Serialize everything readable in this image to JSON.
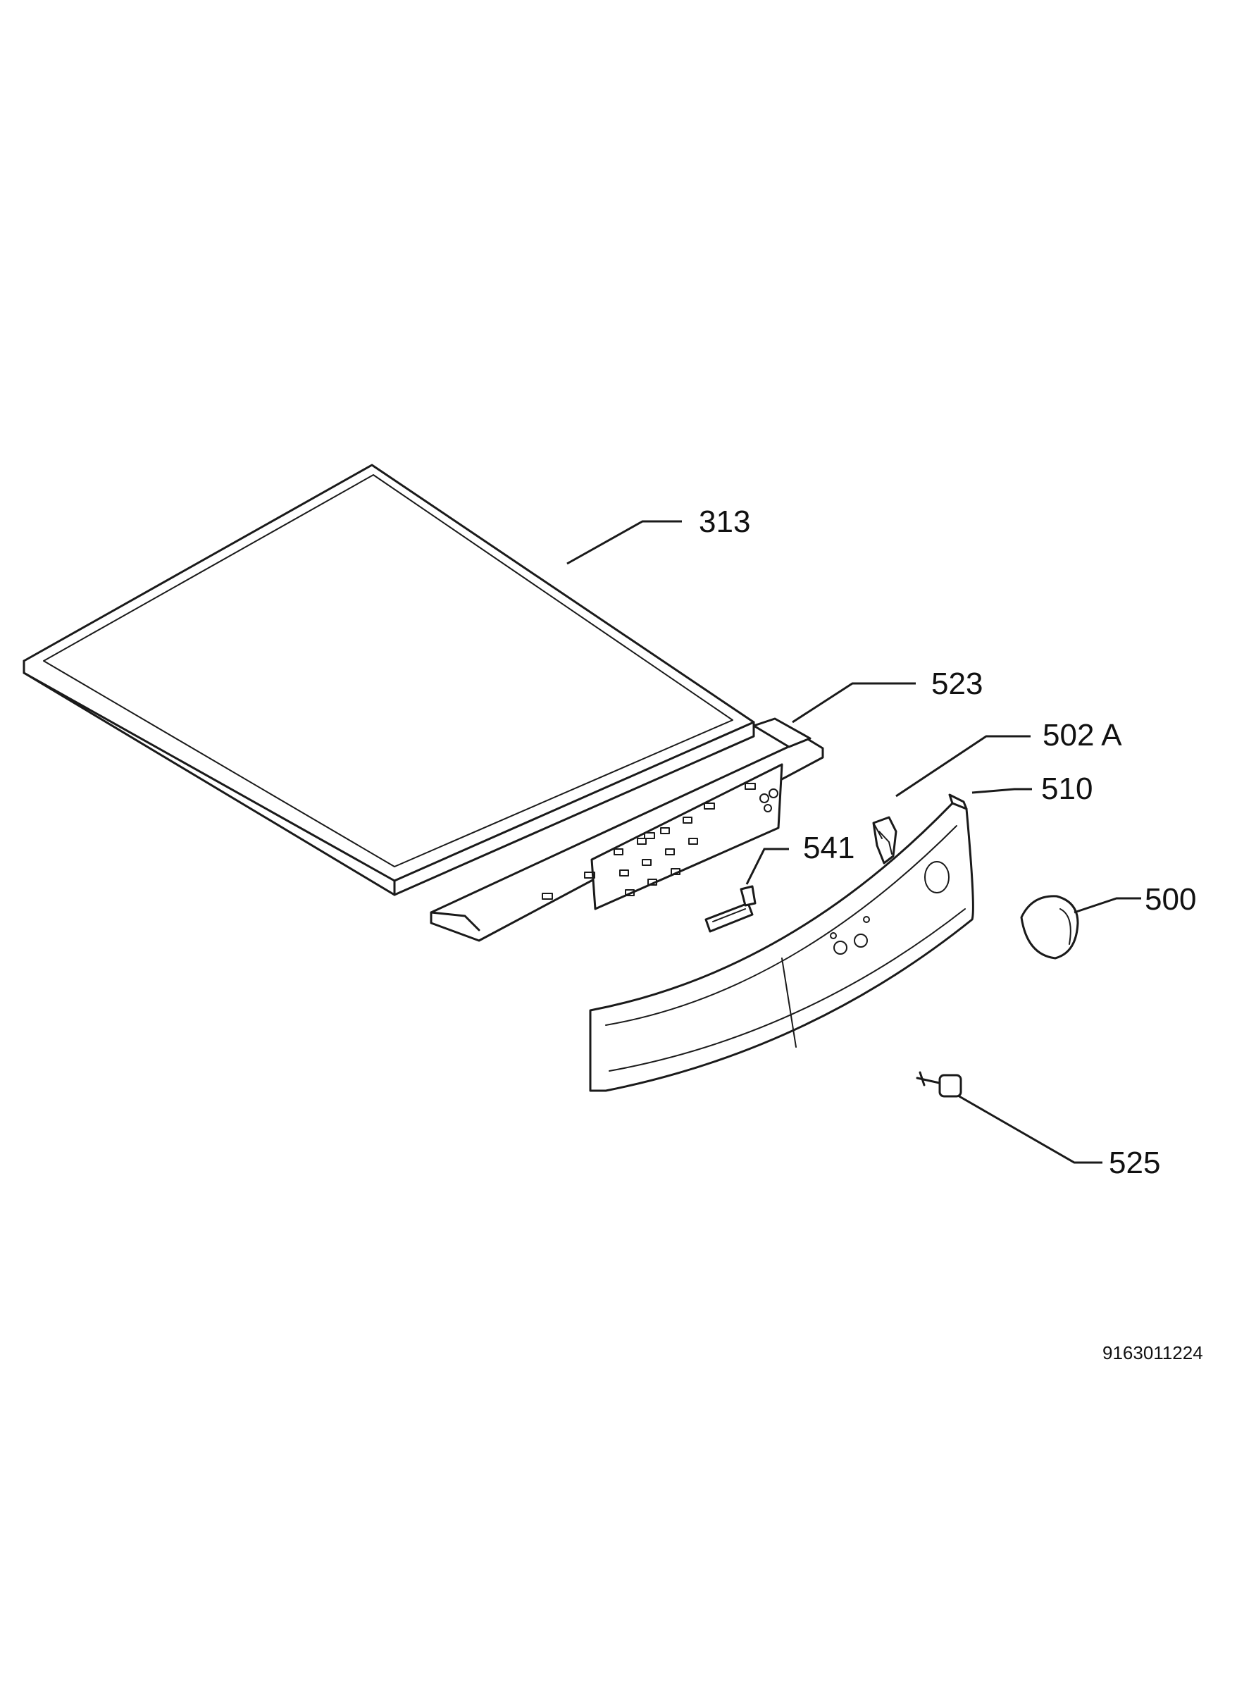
{
  "callouts": {
    "p313": "313",
    "p523": "523",
    "p502a": "502 A",
    "p510": "510",
    "p541": "541",
    "p500": "500",
    "p525": "525"
  },
  "document_number": "9163011224"
}
